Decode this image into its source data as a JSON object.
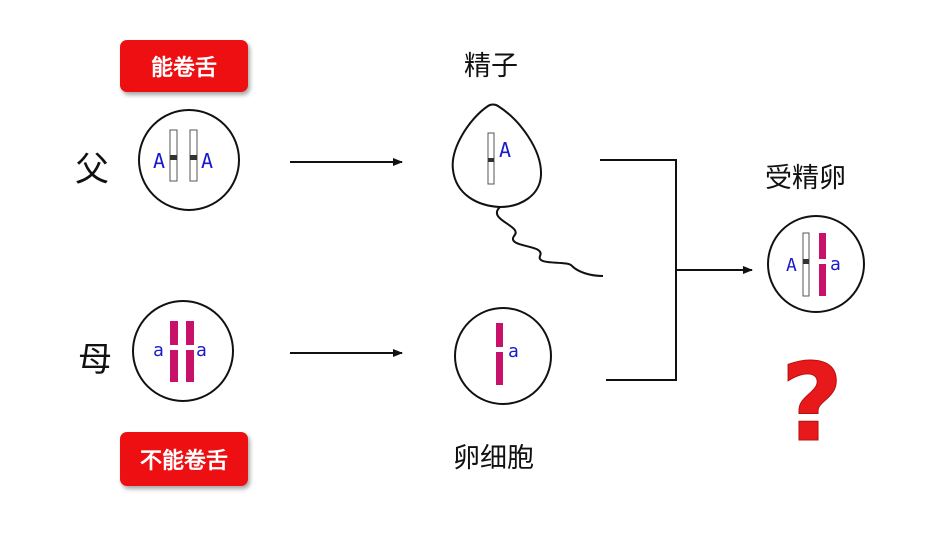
{
  "father": {
    "label": "父",
    "phenotype": "能卷舌",
    "allele1": "A",
    "allele2": "A"
  },
  "mother": {
    "label": "母",
    "phenotype": "不能卷舌",
    "allele1": "a",
    "allele2": "a"
  },
  "sperm": {
    "label": "精子",
    "allele": "A"
  },
  "egg": {
    "label": "卵细胞",
    "allele": "a"
  },
  "zygote": {
    "label": "受精卵",
    "allele1": "A",
    "allele2": "a",
    "unknown_mark": "?"
  },
  "colors": {
    "badge": "#ee0f12",
    "dominant_text": "#1a1acc",
    "recessive_text": "#1a1acc",
    "recessive_chromosome": "#c8126a",
    "dominant_chromosome": "#ffffff",
    "question": "#e8191b"
  }
}
